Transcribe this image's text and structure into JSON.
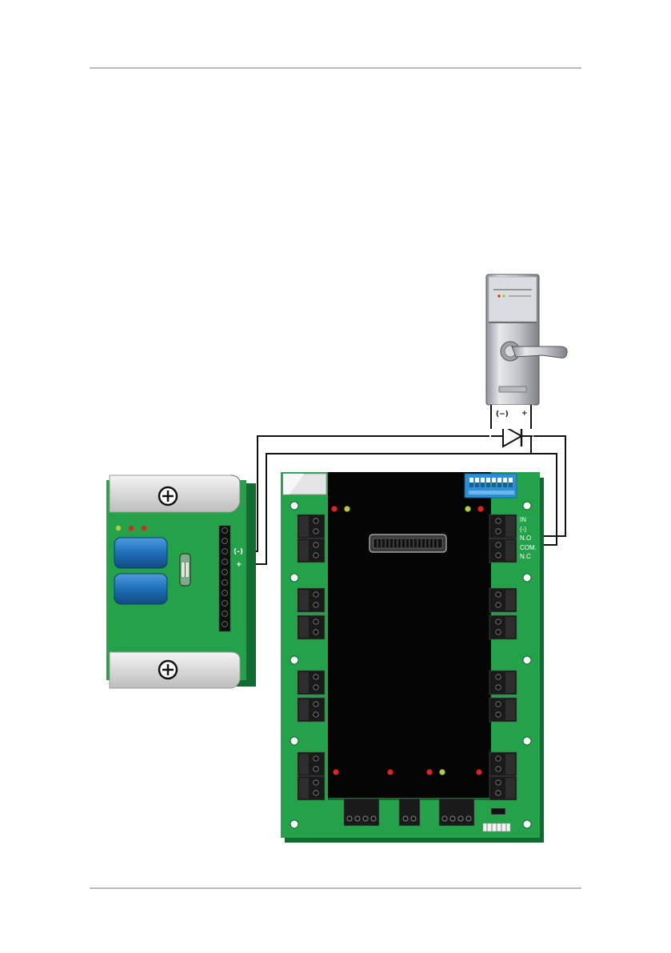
{
  "page": {
    "top_rule": true,
    "bottom_rule": true
  },
  "colors": {
    "pcb_green": "#23a24a",
    "pcb_dark_green": "#0f6b2e",
    "panel_black": "#050505",
    "capacitor_blue": "#1e6fb8",
    "bracket_grey": "#d6d6d6",
    "wire": "#111111",
    "led_red": "#e3221b",
    "led_green": "#b5cc3a",
    "dip_blue": "#2a8fd6",
    "lock_silver": "#c9ccd1"
  },
  "lock": {
    "minus_label": "(−)",
    "plus_label": "+",
    "icons": [
      "door-lock-icon",
      "lever-handle-icon",
      "card-slot-icon"
    ]
  },
  "diode": {
    "icon": "diode-icon"
  },
  "power_supply": {
    "minus_label": "(-)",
    "plus_label": "+",
    "icons": [
      "screw-icon",
      "capacitor-icon",
      "fuse-icon",
      "terminal-block-icon"
    ]
  },
  "controller": {
    "relay_labels": [
      "IN",
      "(-)",
      "N.O",
      "COM.",
      "N.C"
    ],
    "icons": [
      "dip-switch-icon",
      "ribbon-connector-icon",
      "terminal-block-icon",
      "led-icon",
      "jumper-icon"
    ]
  }
}
